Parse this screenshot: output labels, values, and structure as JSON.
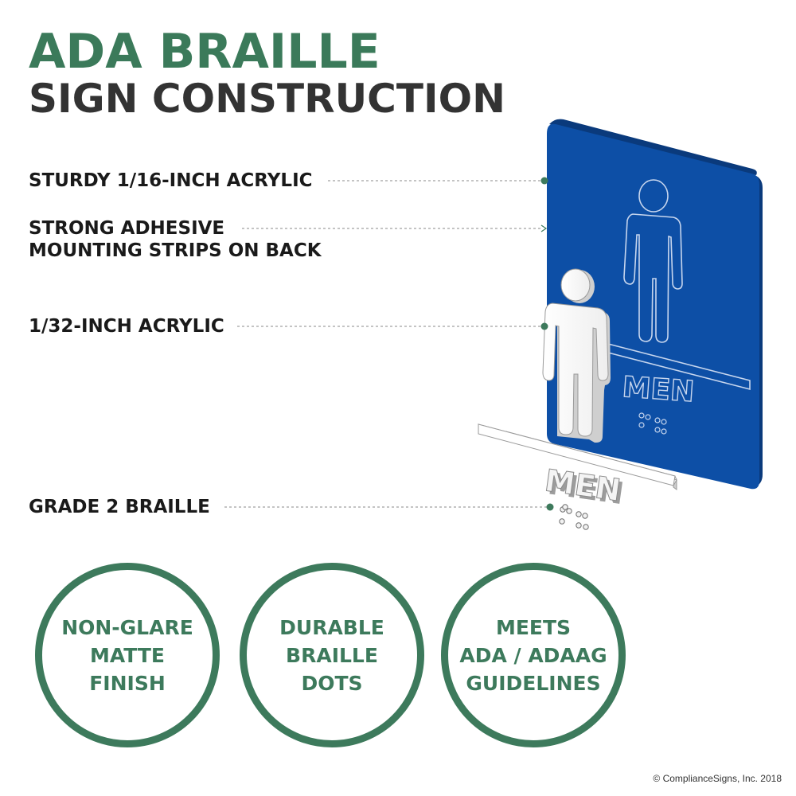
{
  "title": {
    "line1": "ADA BRAILLE",
    "line2": "SIGN CONSTRUCTION"
  },
  "callouts": {
    "acrylic_16": "STURDY 1/16-INCH ACRYLIC",
    "adhesive_line1": "STRONG ADHESIVE",
    "adhesive_line2": "MOUNTING STRIPS ON BACK",
    "acrylic_32": "1/32-INCH ACRYLIC",
    "braille": "GRADE 2 BRAILLE"
  },
  "sign": {
    "label": "MEN",
    "color": "#0d4fa6",
    "edge_color": "#0a3a7c"
  },
  "badges": [
    {
      "lines": [
        "NON-GLARE",
        "MATTE",
        "FINISH"
      ]
    },
    {
      "lines": [
        "DURABLE",
        "BRAILLE",
        "DOTS"
      ]
    },
    {
      "lines": [
        "MEETS",
        "ADA / ADAAG",
        "GUIDELINES"
      ]
    }
  ],
  "colors": {
    "accent_green": "#3d7a5c",
    "title_green": "#3b7a5a",
    "dark_text": "#333333"
  },
  "copyright": "© ComplianceSigns, Inc. 2018"
}
